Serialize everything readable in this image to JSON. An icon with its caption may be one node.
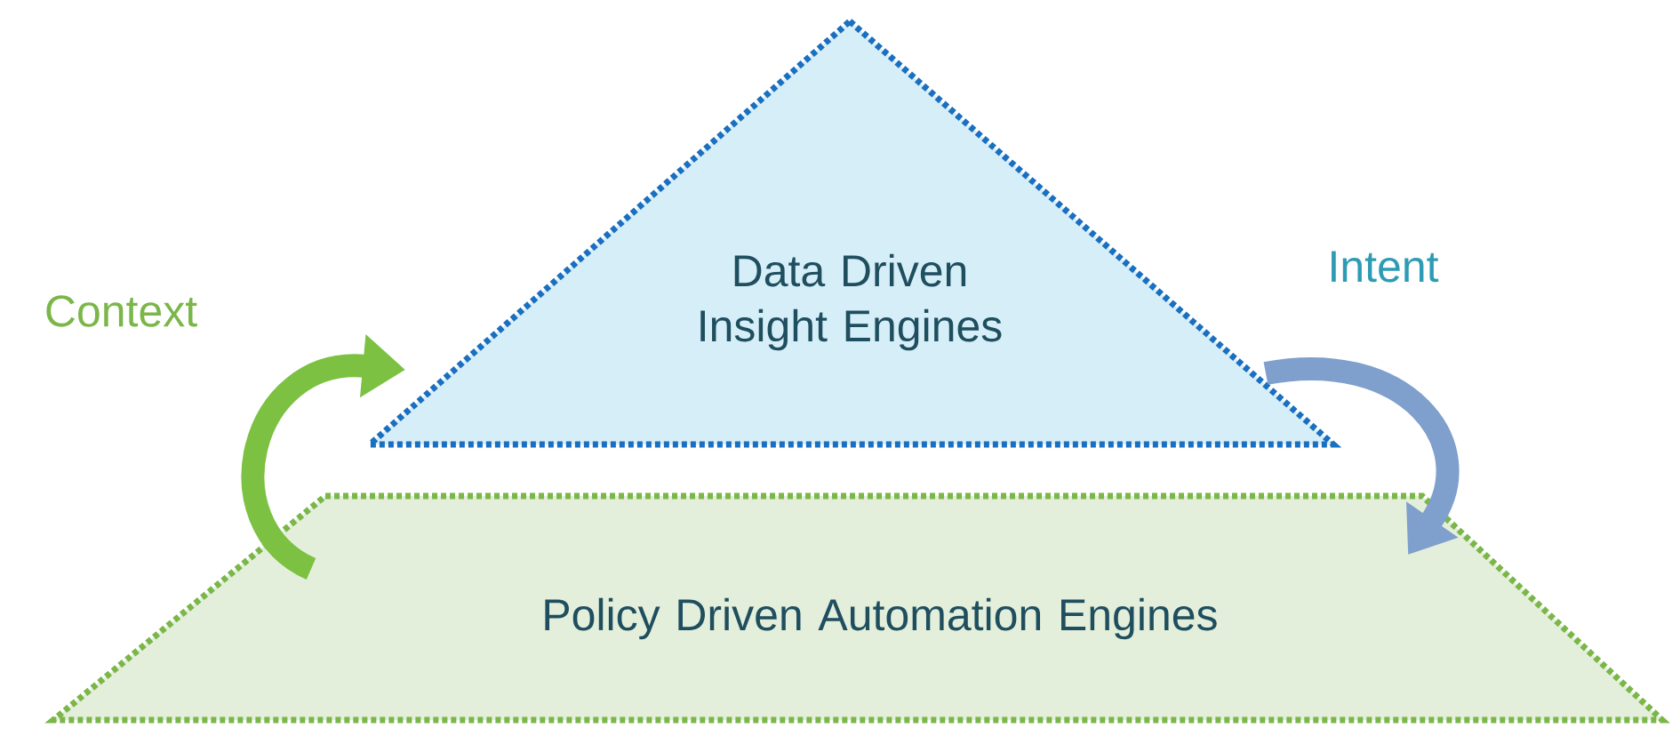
{
  "diagram": {
    "nodes": [
      {
        "text": [
          "Data Driven Insight Engines"
        ]
      },
      {
        "text": [
          "Policy Driven Automation Engines"
        ]
      }
    ],
    "edges": [
      {
        "from": 1,
        "to": 0,
        "arrow": "to",
        "label": "Context",
        "color": "#7cc142"
      },
      {
        "from": 0,
        "to": 1,
        "arrow": "to",
        "label": "Intent",
        "color": "#7f9fcc"
      }
    ]
  }
}
